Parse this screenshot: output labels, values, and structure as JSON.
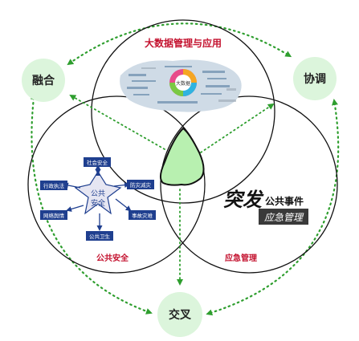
{
  "outer_nodes": {
    "fusion": "融合",
    "collaboration": "协调",
    "intersection": "交叉"
  },
  "circles": {
    "big_data": "大数据管理与应用",
    "public_safety": "公共安全",
    "emergency": "应急管理"
  },
  "big_data_center_label": "大数据",
  "public_safety_diagram": {
    "center": "公共\n安全",
    "items": [
      "社会安全",
      "防灾减灾",
      "事故灾难",
      "公共卫生",
      "网络舆情",
      "行政执法"
    ]
  },
  "emergency_graphic": {
    "title_big": "突发",
    "title_small": "公共事件",
    "subtitle": "应急管理"
  },
  "colors": {
    "node_fill": "#dcf5dc",
    "arrow_green": "#2e9e2e",
    "center_fill": "#b8f0b0",
    "label_red": "#c4122f",
    "ps_box": "#1f3f8f"
  }
}
